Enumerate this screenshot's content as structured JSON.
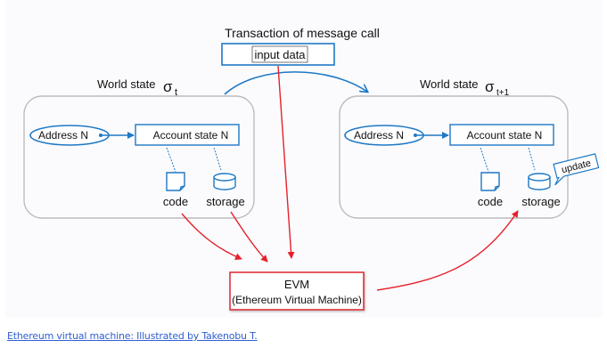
{
  "diagram": {
    "title": "Transaction of message call",
    "input": {
      "label": "input data"
    },
    "world_state_before": {
      "label": "World state",
      "symbol": "σ",
      "subscript": "t",
      "address": "Address N",
      "account": "Account state N",
      "code": "code",
      "storage": "storage"
    },
    "world_state_after": {
      "label": "World state",
      "symbol": "σ",
      "subscript": "t+1",
      "address": "Address N",
      "account": "Account state N",
      "code": "code",
      "storage": "storage",
      "callout": "update"
    },
    "evm": {
      "title": "EVM",
      "subtitle": "(Ethereum Virtual Machine)"
    },
    "colors": {
      "blue": "#1f78c4",
      "red": "#e8202a",
      "gray_border": "#bdbdbd",
      "background": "#fbfbfe"
    }
  },
  "caption": {
    "link_text": "Ethereum virtual machine: Illustrated by Takenobu T."
  }
}
